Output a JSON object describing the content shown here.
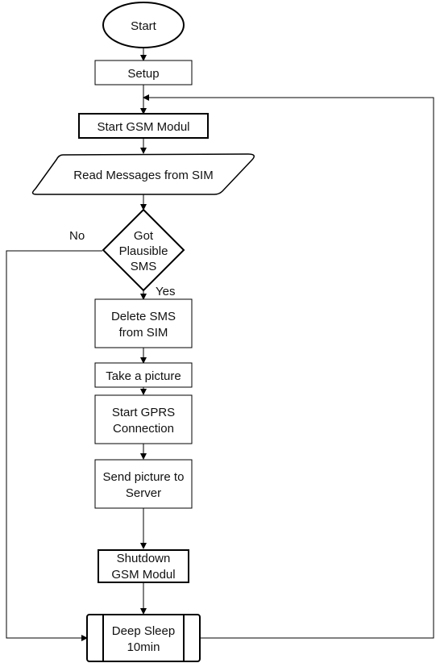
{
  "flowchart": {
    "start": "Start",
    "setup": "Setup",
    "start_gsm": "Start GSM Modul",
    "read_messages": "Read Messages from SIM",
    "decision": [
      "Got",
      "Plausible",
      "SMS"
    ],
    "label_no": "No",
    "label_yes": "Yes",
    "delete_sms": [
      "Delete SMS",
      "from SIM"
    ],
    "take_picture": "Take a picture",
    "start_gprs": [
      "Start GPRS",
      "Connection"
    ],
    "send_picture": [
      "Send picture to",
      "Server"
    ],
    "shutdown_gsm": [
      "Shutdown",
      "GSM Modul"
    ],
    "deep_sleep": [
      "Deep Sleep",
      "10min"
    ]
  }
}
